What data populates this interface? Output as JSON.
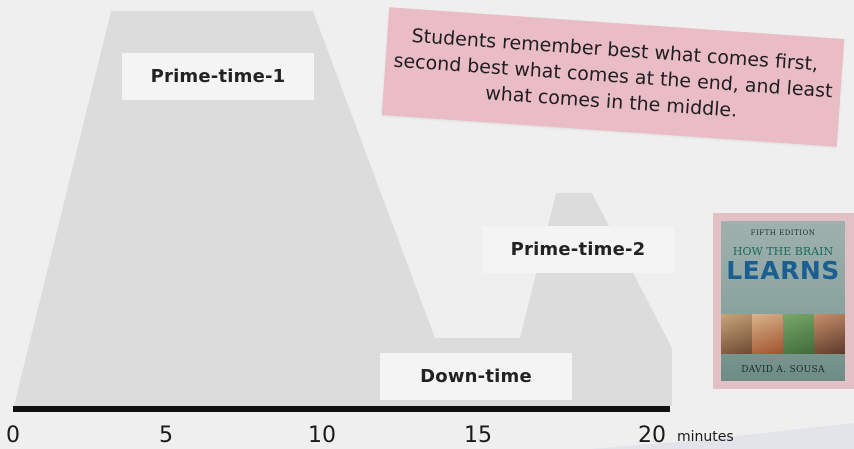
{
  "labels": {
    "prime_time_1": "Prime-time-1",
    "prime_time_2": "Prime-time-2",
    "down_time": "Down-time"
  },
  "axis": {
    "ticks": [
      "0",
      "5",
      "10",
      "15",
      "20"
    ],
    "unit": "minutes"
  },
  "note": {
    "text": "Students remember best what comes first, second best what comes at the end, and least what comes in the middle.",
    "color": "#e9bcc6"
  },
  "book": {
    "edition": "FIFTH EDITION",
    "title_line1": "HOW THE BRAIN",
    "title_line2": "LEARNS",
    "author": "DAVID A. SOUSA"
  },
  "colors": {
    "background": "#efefef",
    "curve_fill": "#dcdcdc",
    "axis": "#111111",
    "label_box": "#f4f4f4"
  }
}
